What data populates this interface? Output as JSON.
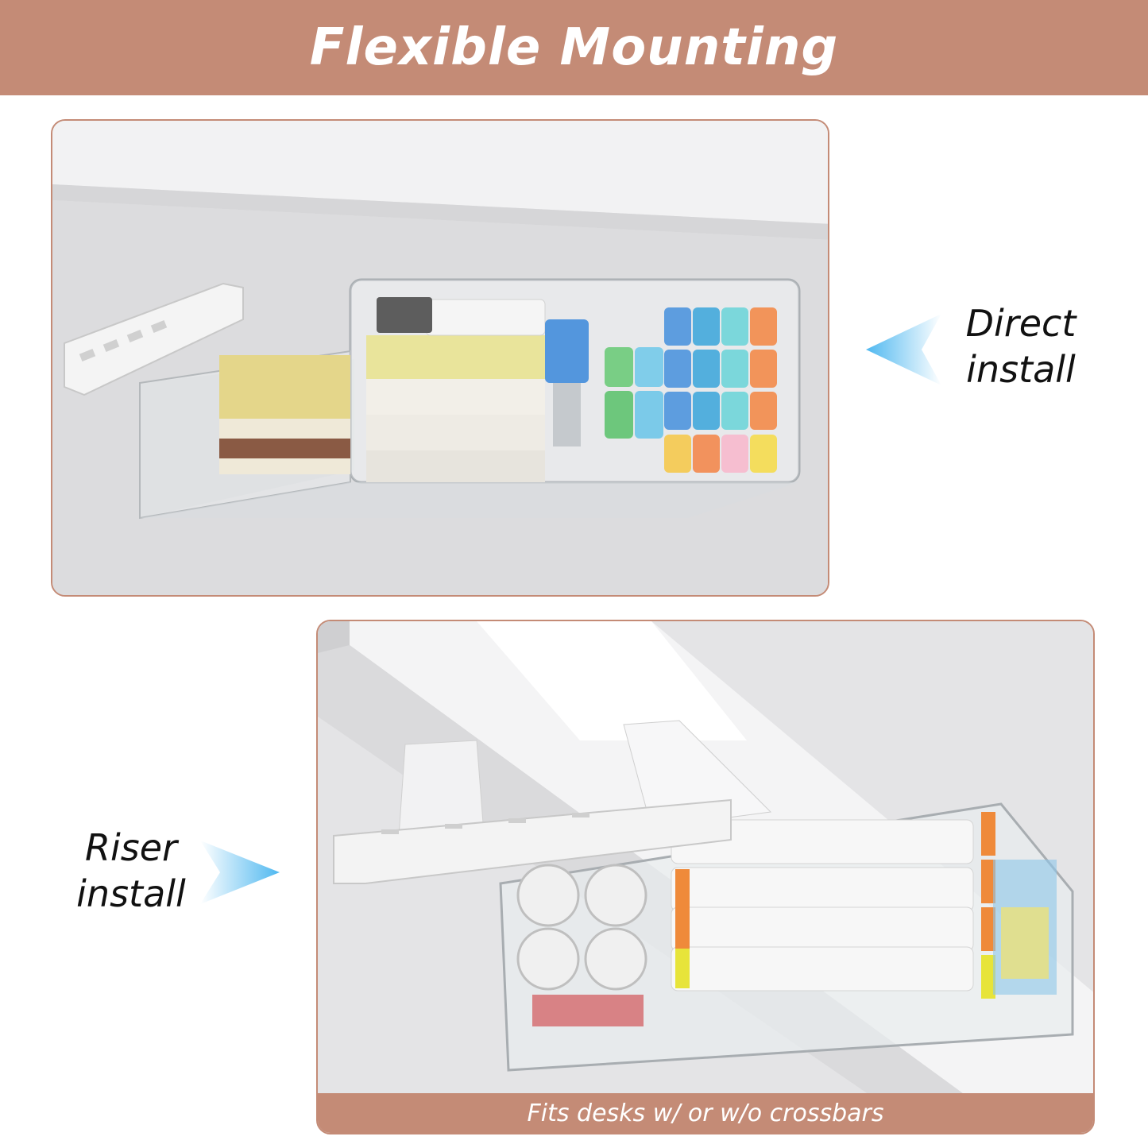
{
  "banner": {
    "title": "Flexible Mounting"
  },
  "panels": {
    "top": {
      "label_lines": [
        "Direct",
        "install"
      ]
    },
    "bottom": {
      "label_lines": [
        "Riser",
        "install"
      ],
      "caption": "Fits desks w/ or w/o crossbars"
    }
  },
  "colors": {
    "accent": "#c48b76",
    "arrow": "#4fb8f0"
  }
}
